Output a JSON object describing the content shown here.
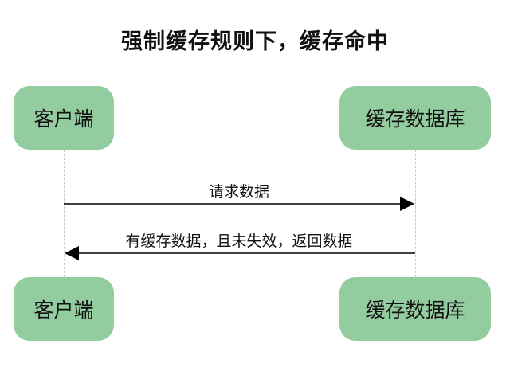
{
  "diagram": {
    "title": "强制缓存规则下，缓存命中",
    "participants": {
      "client": "客户端",
      "cache_db": "缓存数据库"
    },
    "messages": {
      "request": "请求数据",
      "response": "有缓存数据，且未失效，返回数据"
    }
  },
  "colors": {
    "node_fill": "#93cc9e",
    "arrow": "#000000",
    "lifeline": "#c8c8c8"
  }
}
